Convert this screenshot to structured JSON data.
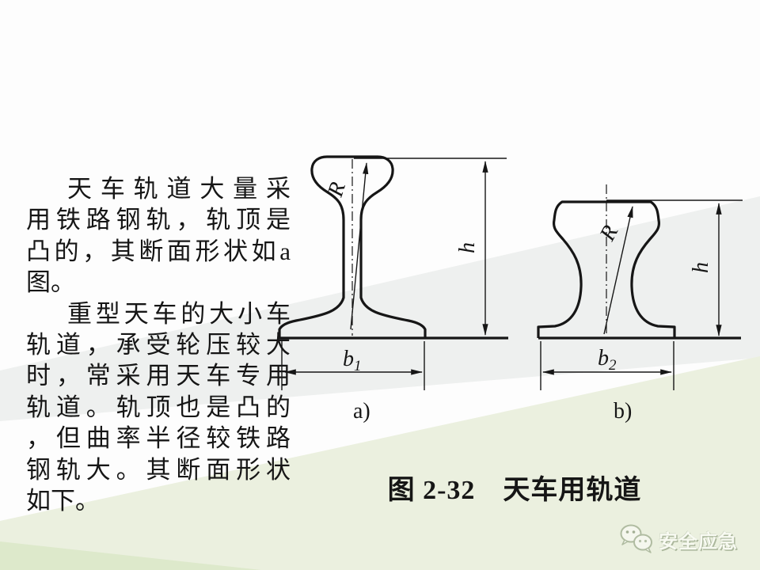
{
  "colors": {
    "background": "#fdfdfd",
    "band_gray": "#eef0ef",
    "band_green": "#ebf0df",
    "band_green_dark": "#dde9cb",
    "ink": "#161616"
  },
  "body_text": {
    "lines": [
      "天车轨道大量采",
      "用铁路钢轨，轨顶是",
      "凸的，其断面形状如a",
      "图。",
      "重型天车的大小车",
      "轨道，承受轮压较大",
      "时，常采用天车专用",
      "轨道。轨顶也是凸的",
      "，但曲率半径较铁路",
      "钢轨大。其断面形状",
      "如下。"
    ]
  },
  "figure": {
    "caption": "图 2-32　天车用轨道",
    "sub_label_a": "a)",
    "sub_label_b": "b)",
    "dims": {
      "radius": "R",
      "height": "h",
      "width_base": "b",
      "width_a_sub": "1",
      "width_b_sub": "2"
    }
  },
  "watermark": {
    "icon": "wechat-icon",
    "text": "安全应急"
  }
}
